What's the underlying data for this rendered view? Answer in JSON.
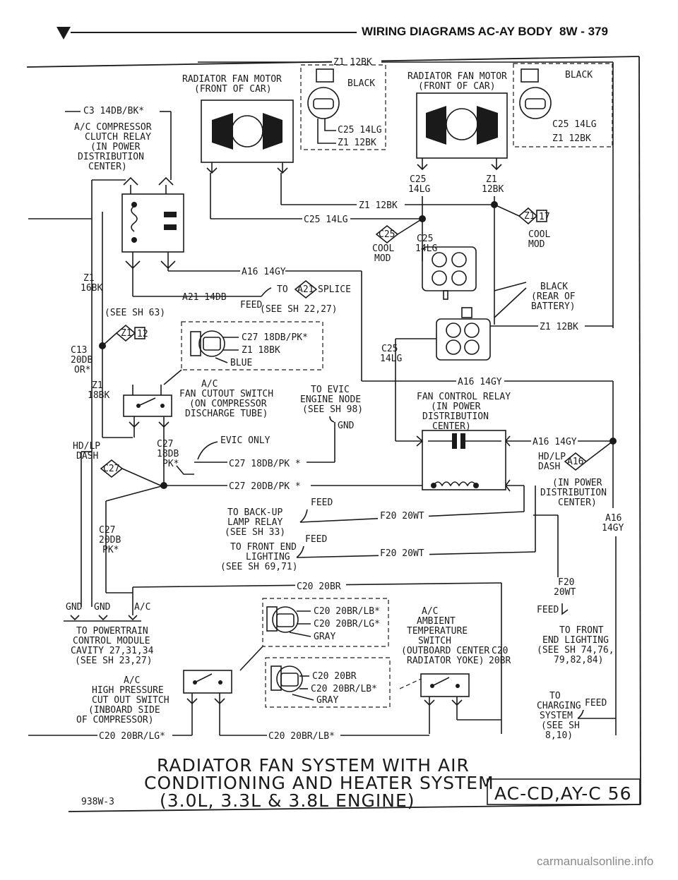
{
  "header": {
    "title": "WIRING DIAGRAMS AC-AY BODY",
    "page": "8W - 379"
  },
  "motor_left": {
    "label1": "RADIATOR FAN MOTOR",
    "label2": "(FRONT OF CAR)",
    "conn_color": "BLACK",
    "pin1": "C25 14LG",
    "pin2": "Z1 12BK"
  },
  "motor_right": {
    "label1": "RADIATOR FAN MOTOR",
    "label2": "(FRONT OF CAR)",
    "conn_color": "BLACK",
    "pin1": "C25 14LG",
    "pin2": "Z1 12BK"
  },
  "wires": {
    "z1_top": "Z1 12BK",
    "c3": "C3 14DB/BK*",
    "c25_right": "C25",
    "c25_right_g": "14LG",
    "z1_right": "Z1",
    "z1_right_g": "12BK",
    "z1_mid": "Z1 12BK",
    "c25_mid": "C25 14LG",
    "c25_mod": "C25",
    "c25_mod_g": "14LG",
    "a16_top": "A16 14GY",
    "a21": "A21 14DB",
    "z1_16bk_a": "Z1",
    "z1_16bk_b": "16BK",
    "c13_a": "C13",
    "c13_b": "20DB",
    "c13_c": "OR*",
    "z1_18bk_a": "Z1",
    "z1_18bk_b": "18BK",
    "c25_low": "C25",
    "c25_low_g": "14LG",
    "a16_mid": "A16 14GY",
    "z1_rear": "Z1 12BK",
    "a16_right": "A16 14GY",
    "c27_18db_a": "C27",
    "c27_18db_b": "18DB",
    "c27_18db_c": "PK*",
    "c27_18db_line": "C27 18DB/PK *",
    "c27_20db_line": "C27 20DB/PK *",
    "c27_20db_a": "C27",
    "c27_20db_b": "20DB",
    "c27_20db_c": "PK*",
    "f20_back": "F20 20WT",
    "f20_front": "F20 20WT",
    "f20_r_a": "F20",
    "f20_r_b": "20WT",
    "a16_r_a": "A16",
    "a16_r_b": "14GY",
    "c20_top": "C20 20BR",
    "c20_mid_a": "C20",
    "c20_mid_b": "20BR",
    "c20_bot_lg": "C20 20BR/LG*",
    "c20_bot_lb": "C20 20BR/LB*"
  },
  "splice": {
    "z1_17": "Z1 17",
    "cool_mod_r1": "COOL",
    "cool_mod_r2": "MOD",
    "c25_tag": "C25",
    "cool_mod_l1": "COOL",
    "cool_mod_l2": "MOD",
    "a21_tag": "A21",
    "a21_to": "TO",
    "a21_splice": "SPLICE",
    "a21_feed": "FEED",
    "a21_see": "(SEE SH 22,27)",
    "z1_12": "Z1 12",
    "see_sh63": "(SEE SH 63)",
    "c27_tag": "C27",
    "a16_tag": "A16"
  },
  "relay_ac": {
    "l1": "A/C COMPRESSOR",
    "l2": "CLUTCH RELAY",
    "l3": "(IN POWER",
    "l4": "DISTRIBUTION",
    "l5": "CENTER)"
  },
  "conn_c27": {
    "l1": "C27 18DB/PK*",
    "l2": "Z1 18BK",
    "l3": "BLUE"
  },
  "fan_cutout": {
    "l1": "A/C",
    "l2": "FAN CUTOUT SWITCH",
    "l3": "(ON COMPRESSOR",
    "l4": "DISCHARGE TUBE)"
  },
  "evic": {
    "l1": "TO EVIC",
    "l2": "ENGINE NODE",
    "l3": "(SEE SH 98)",
    "gnd": "GND",
    "only": "EVIC ONLY"
  },
  "hdlp_left": {
    "l1": "HD/LP",
    "l2": "DASH"
  },
  "hdlp_right": {
    "l1": "HD/LP",
    "l2": "DASH"
  },
  "rear_batt": {
    "l1": "BLACK",
    "l2": "(REAR OF",
    "l3": "BATTERY)"
  },
  "fan_relay": {
    "l1": "FAN CONTROL RELAY",
    "l2": "(IN POWER",
    "l3": "DISTRIBUTION",
    "l4": "CENTER)"
  },
  "power_dist": {
    "l1": "(IN POWER",
    "l2": "DISTRIBUTION",
    "l3": "CENTER)"
  },
  "backup": {
    "l1": "TO BACK-UP",
    "l2": "LAMP RELAY",
    "l3": "(SEE SH 33)",
    "feed": "FEED"
  },
  "front_end": {
    "l1": "TO FRONT END",
    "l2": "LIGHTING",
    "l3": "(SEE SH 69,71)",
    "feed": "FEED"
  },
  "pcm": {
    "gnd1": "GND",
    "gnd2": "GND",
    "ac": "A/C",
    "l1": "TO POWERTRAIN",
    "l2": "CONTROL MODULE",
    "l3": "CAVITY 27,31,34",
    "l4": "(SEE SH 23,27)"
  },
  "conn_c20a": {
    "l1": "C20 20BR/LB*",
    "l2": "C20 20BR/LG*",
    "l3": "GRAY"
  },
  "conn_c20b": {
    "l1": "C20 20BR",
    "l2": "C20 20BR/LB*",
    "l3": "GRAY"
  },
  "ambient": {
    "l1": "A/C",
    "l2": "AMBIENT",
    "l3": "TEMPERATURE",
    "l4": "SWITCH",
    "l5": "(OUTBOARD CENTER",
    "l6": "RADIATOR YOKE)"
  },
  "front_light": {
    "feed": "FEED",
    "l1": "TO FRONT",
    "l2": "END LIGHTING",
    "l3": "(SEE SH 74,76,",
    "l4": "79,82,84)"
  },
  "hi_press": {
    "l1": "A/C",
    "l2": "HIGH PRESSURE",
    "l3": "CUT OUT SWITCH",
    "l4": "(INBOARD SIDE",
    "l5": "OF COMPRESSOR)"
  },
  "charging": {
    "l1": "TO",
    "l2": "CHARGING",
    "l3": "SYSTEM",
    "l4": "(SEE SH",
    "l5": "8,10)",
    "feed": "FEED"
  },
  "title": {
    "line1": "RADIATOR FAN SYSTEM WITH AIR",
    "line2": "CONDITIONING AND HEATER SYSTEM",
    "line3": "(3.0L, 3.3L & 3.8L ENGINE)"
  },
  "footer": {
    "code": "938W-3",
    "box": "AC-CD,AY-C 56",
    "watermark": "carmanualsonline.info"
  }
}
